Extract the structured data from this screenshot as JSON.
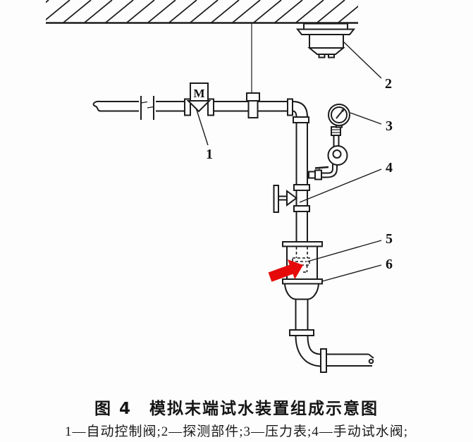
{
  "colors": {
    "ink": "#1c1c1c",
    "arrow_red": "#e60909",
    "paper": "#fdfdfd"
  },
  "callouts": {
    "c1": "1",
    "c2": "2",
    "c3": "3",
    "c4": "4",
    "c5": "5",
    "c6": "6"
  },
  "valve_actuator_label": "M",
  "caption": {
    "figure_title": "图 4　模拟末端试水装置组成示意图",
    "legend_line": "1—自动控制阀;2—探测部件;3—压力表;4—手动试水阀;"
  }
}
